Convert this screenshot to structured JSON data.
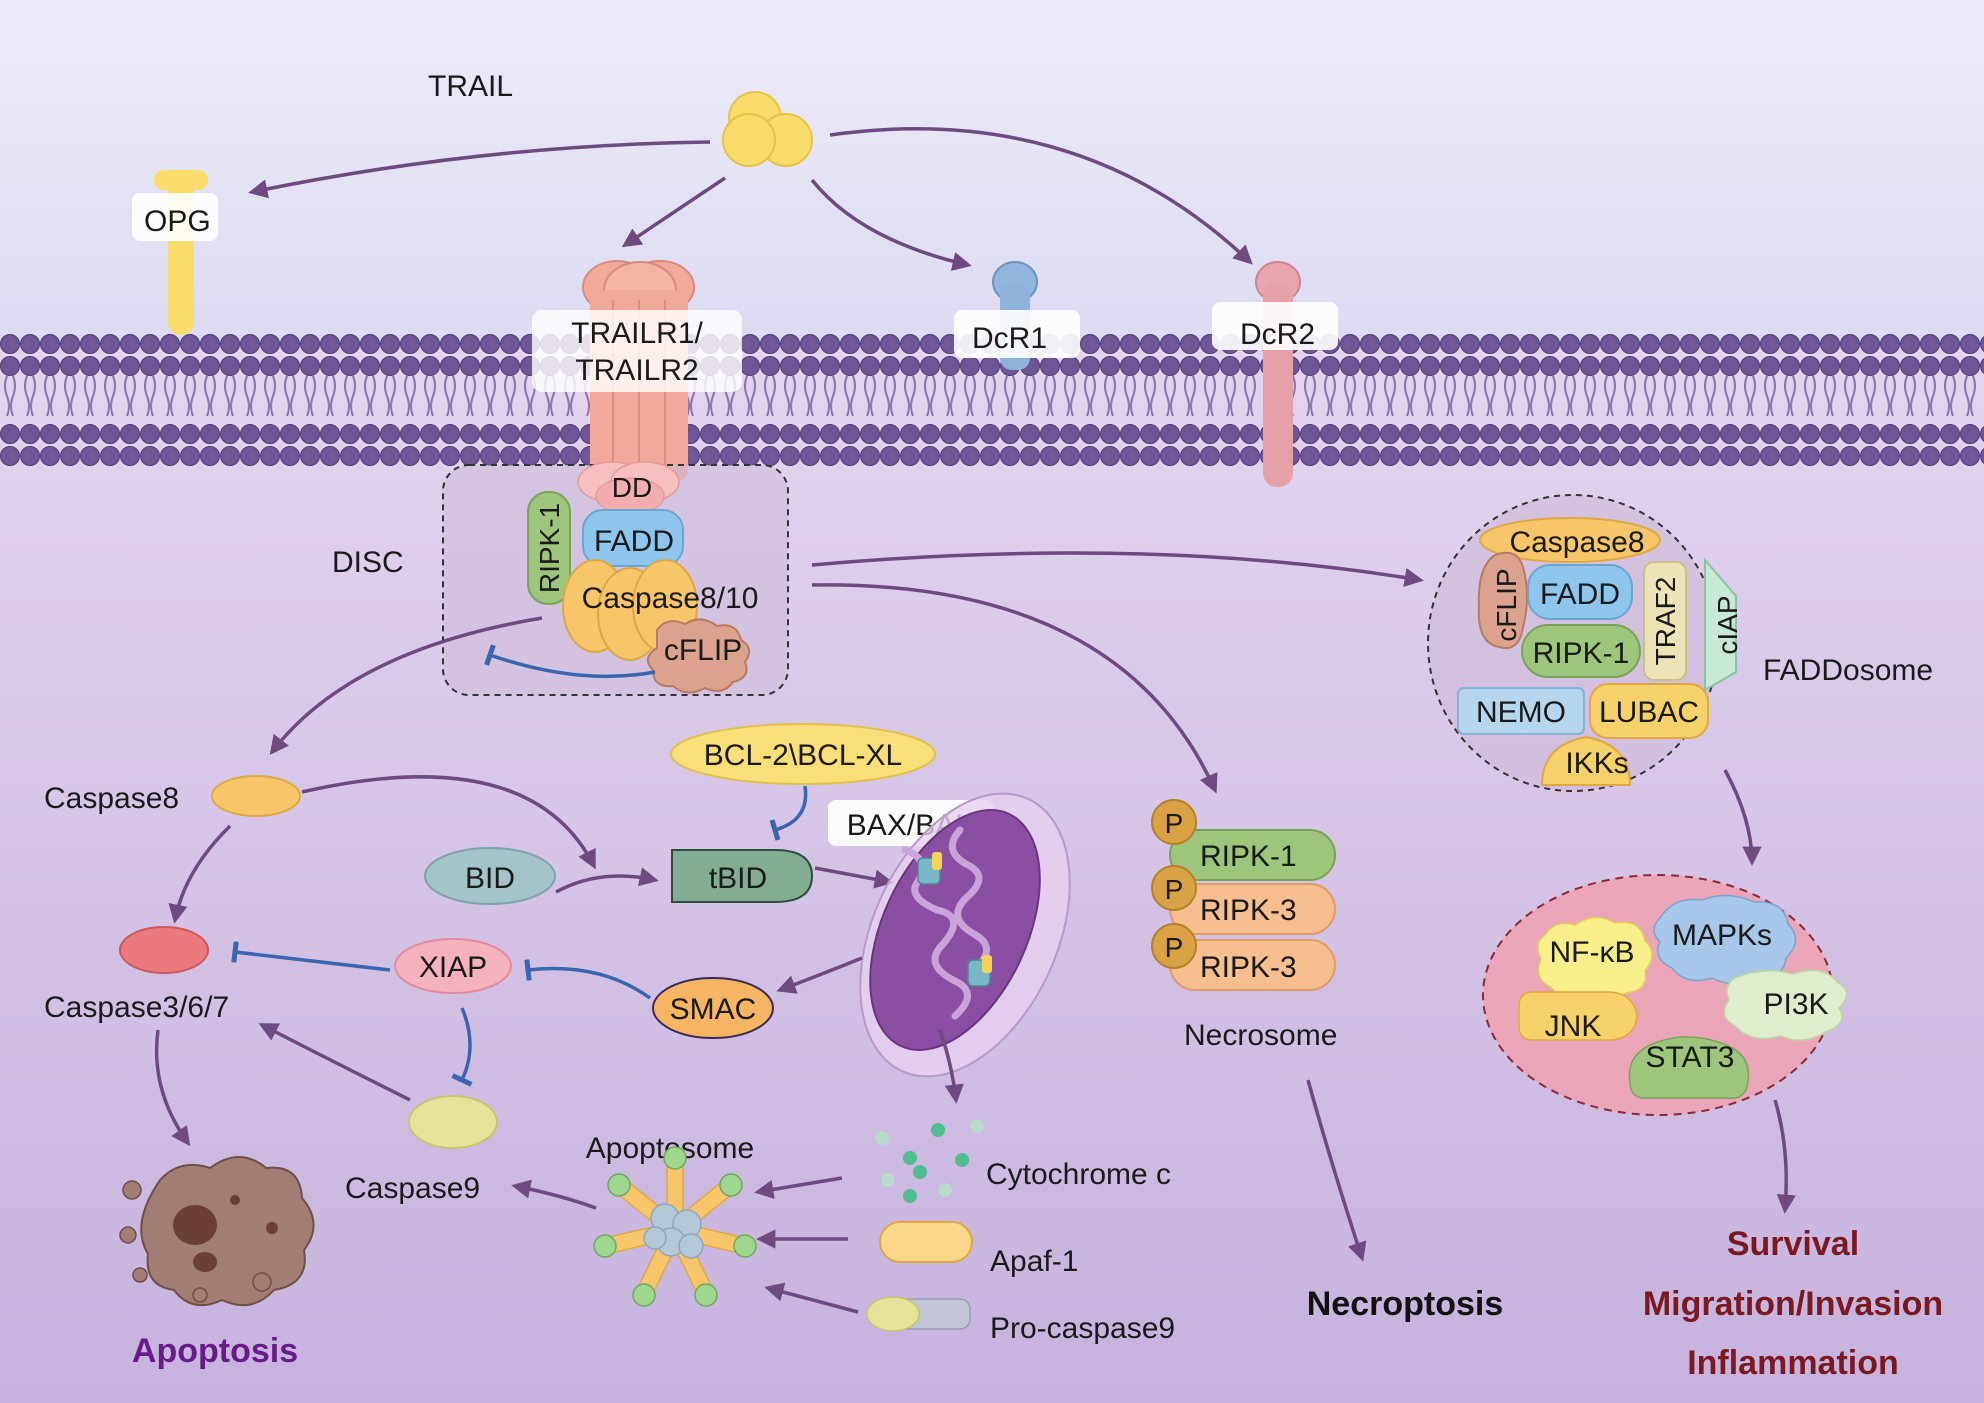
{
  "labels": {
    "trail": "TRAIL",
    "opg": "OPG",
    "trailr_line1": "TRAILR1/",
    "trailr_line2": "TRAILR2",
    "dcr1": "DcR1",
    "dcr2": "DcR2",
    "disc": "DISC",
    "dd": "DD",
    "fadd": "FADD",
    "ripk1": "RIPK-1",
    "caspase8_10": "Caspase8/10",
    "cflip": "cFLIP",
    "caspase8": "Caspase8",
    "bcl2": "BCL-2\\BCL-XL",
    "bax_bak": "BAX/BAK",
    "bid": "BID",
    "tbid": "tBID",
    "caspase367": "Caspase3/6/7",
    "xiap": "XIAP",
    "smac": "SMAC",
    "caspase9": "Caspase9",
    "apoptosome": "Apoptosome",
    "cytochrome_c": "Cytochrome c",
    "apaf1": "Apaf-1",
    "procaspase9": "Pro-caspase9",
    "apoptosis": "Apoptosis",
    "necroptosis": "Necroptosis",
    "necrosome": "Necrosome",
    "p": "P",
    "ripk3": "RIPK-3",
    "faddosome": "FADDosome",
    "traf2": "TRAF2",
    "ciap": "cIAP",
    "nemo": "NEMO",
    "lubac": "LUBAC",
    "ikks": "IKKs",
    "nfkb": "NF-κB",
    "mapks": "MAPKs",
    "pi3k": "PI3K",
    "jnk": "JNK",
    "stat3": "STAT3",
    "survival": "Survival",
    "migration": "Migration/Invasion",
    "inflammation": "Inflammation"
  },
  "colors": {
    "arrow": "#6e4a80",
    "inhibit": "#3a66b0",
    "apoptosis_text": "#6a1b8a",
    "survival_text": "#7a1a20",
    "membrane_head": "#6e5596",
    "receptor_pink": "#f0a898",
    "dcr1_blue": "#8fb2dc",
    "dcr2_pink": "#e6a0a8",
    "caspase_yellow": "#f7c66b",
    "fadd_blue": "#8ec5ec",
    "ripk_green": "#9dc67c",
    "ripk3_orange": "#f7bf8f",
    "mito_purple": "#8a4ea2"
  }
}
